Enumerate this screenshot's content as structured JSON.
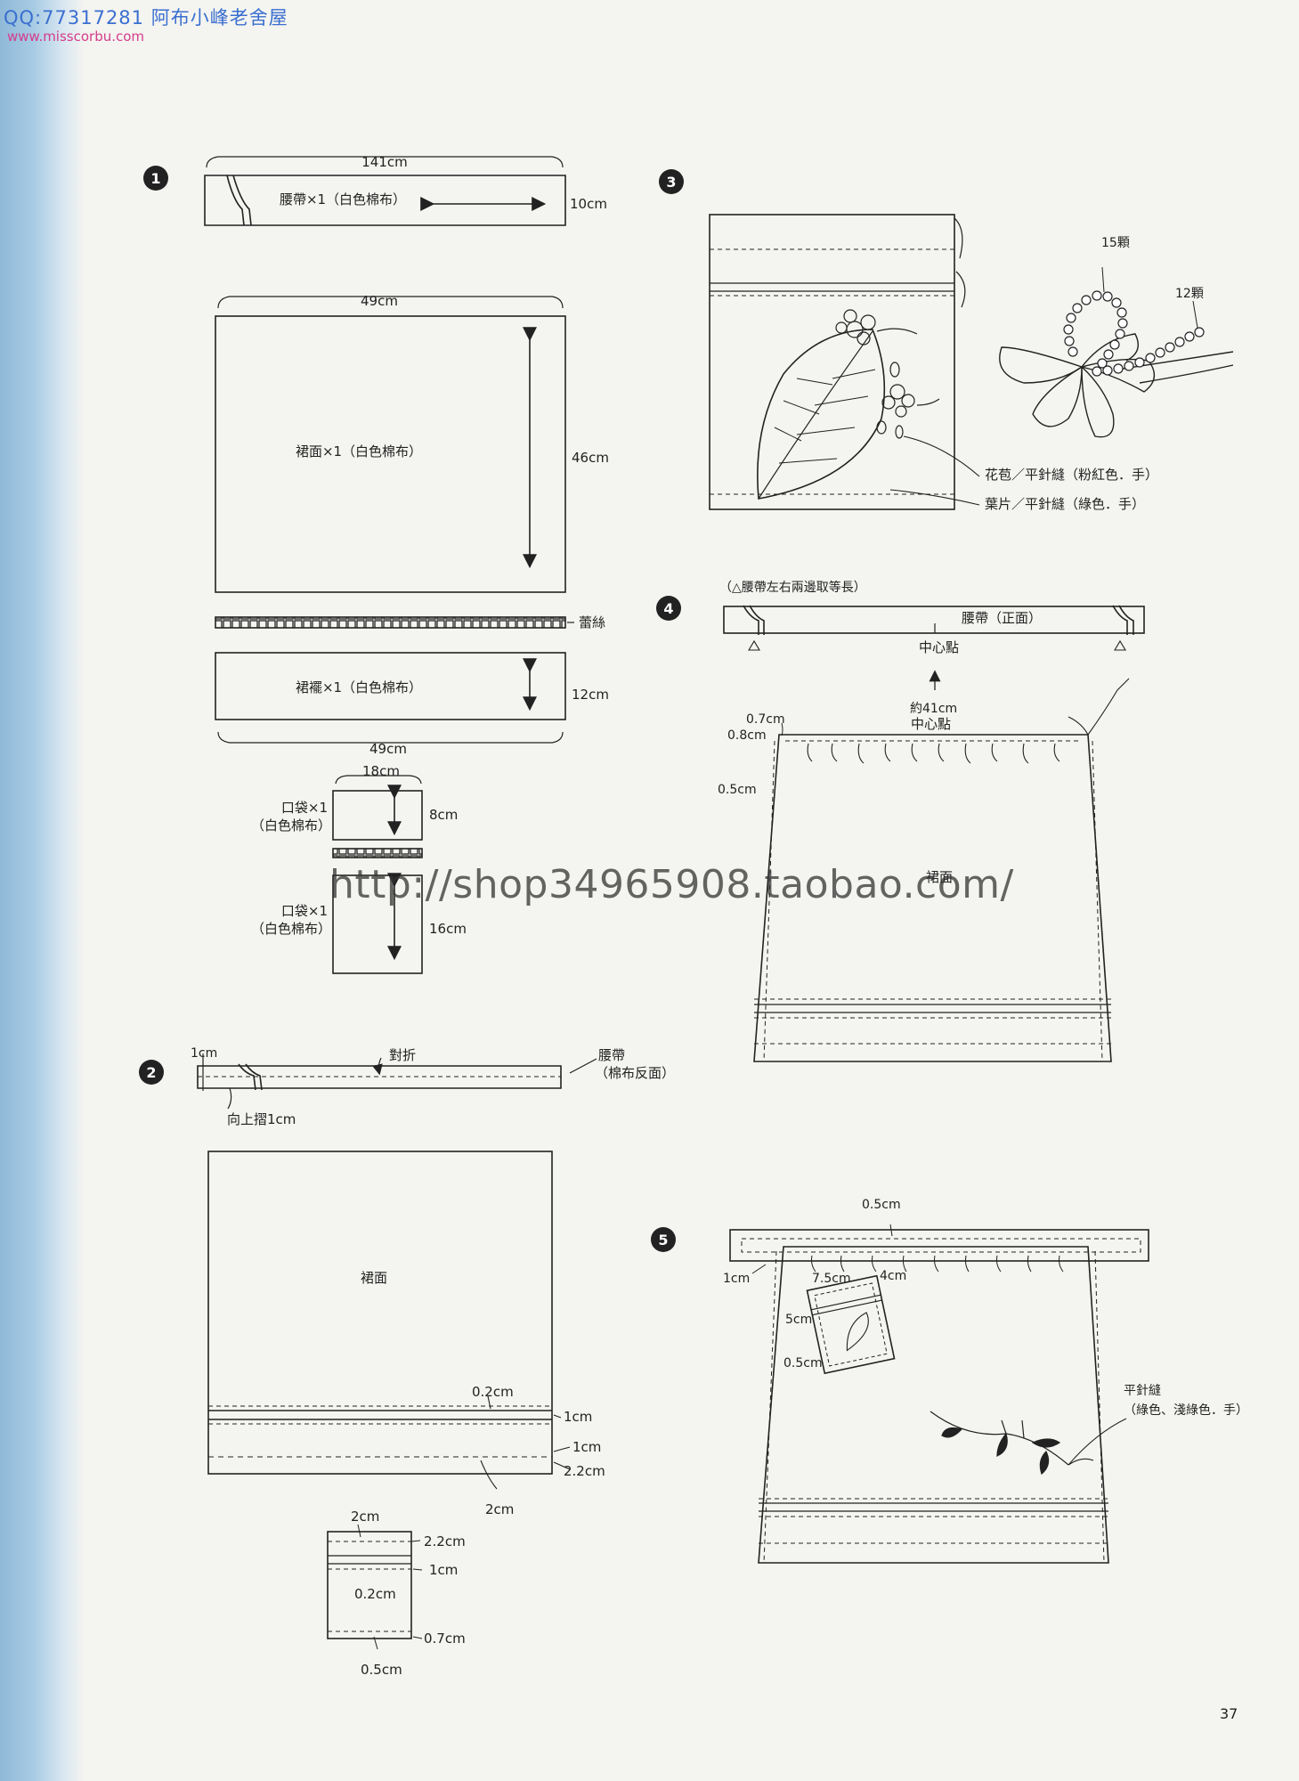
{
  "watermark": {
    "line1": "QQ:77317281 阿布小峰老舍屋",
    "line2": "www.misscorbu.com"
  },
  "shop_watermark": "http://shop34965908.taobao.com/",
  "page_number": "37",
  "steps": [
    "1",
    "2",
    "3",
    "4",
    "5"
  ],
  "step1": {
    "waistband_width": "141cm",
    "waistband_label": "腰帶×1（白色棉布）",
    "waistband_height": "10cm",
    "skirt_width": "49cm",
    "skirt_label": "裙面×1（白色棉布）",
    "skirt_height": "46cm",
    "lace_label": "蕾絲",
    "hem_label": "裙襬×1（白色棉布）",
    "hem_height": "12cm",
    "hem_width": "49cm",
    "pocket_width": "18cm",
    "pocket1_label_a": "口袋×1",
    "pocket1_label_b": "（白色棉布）",
    "pocket1_height": "8cm",
    "pocket2_label_a": "口袋×1",
    "pocket2_label_b": "（白色棉布）",
    "pocket2_height": "16cm"
  },
  "step2": {
    "fold_edge": "1cm",
    "fold_label": "對折",
    "waistband_label_a": "腰帶",
    "waistband_label_b": "（棉布反面）",
    "fold_up": "向上摺1cm",
    "skirt_label": "裙面",
    "m_02": "0.2cm",
    "m_1a": "1cm",
    "m_1b": "1cm",
    "m_22": "2.2cm",
    "m_2": "2cm",
    "p_2": "2cm",
    "p_22": "2.2cm",
    "p_1": "1cm",
    "p_02": "0.2cm",
    "p_07": "0.7cm",
    "p_05": "0.5cm"
  },
  "step3": {
    "beads_15": "15顆",
    "beads_12": "12顆",
    "flower_label": "花苞／平針縫（粉紅色．手）",
    "leaf_label": "葉片／平針縫（綠色．手）"
  },
  "step4": {
    "note": "（△腰帶左右兩邊取等長）",
    "waistband_label": "腰帶（正面）",
    "center": "中心點",
    "about": "約41cm",
    "center2": "中心點",
    "m_07": "0.7cm",
    "m_08": "0.8cm",
    "m_05": "0.5cm",
    "skirt_label": "裙面"
  },
  "step5": {
    "m_05": "0.5cm",
    "m_1": "1cm",
    "m_75": "7.5cm",
    "m_4": "4cm",
    "m_5": "5cm",
    "m_05b": "0.5cm",
    "stitch_label_a": "平針縫",
    "stitch_label_b": "（綠色、淺綠色．手）"
  }
}
